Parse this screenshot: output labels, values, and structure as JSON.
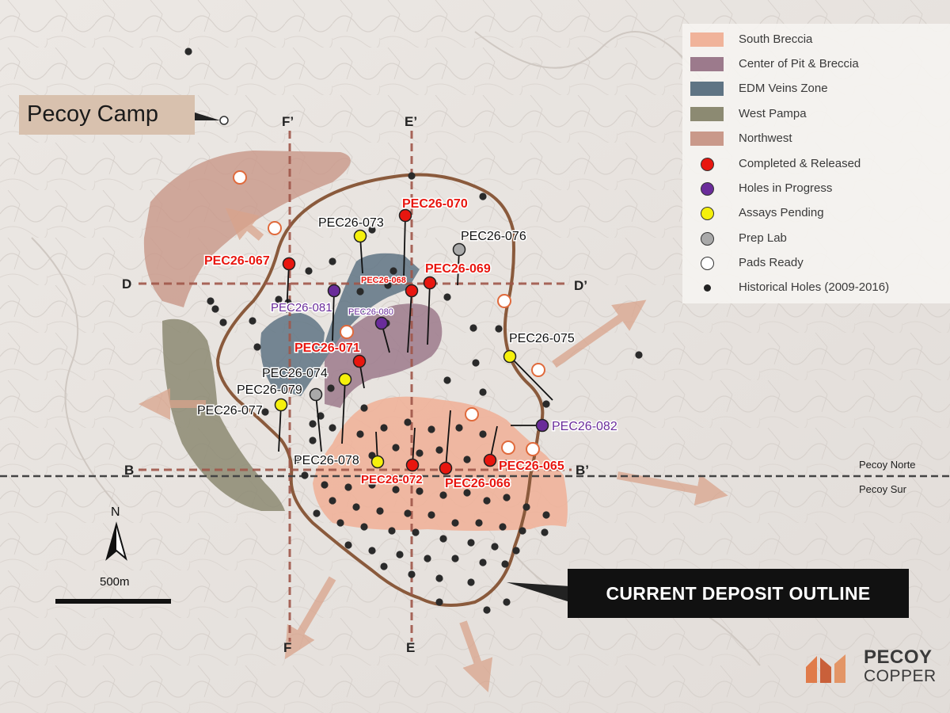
{
  "legend": [
    {
      "label": "South Breccia",
      "kind": "swatch",
      "color": "#f0b39a"
    },
    {
      "label": "Center of Pit & Breccia",
      "kind": "swatch",
      "color": "#9c7a8c"
    },
    {
      "label": "EDM Veins Zone",
      "kind": "swatch",
      "color": "#5f7484"
    },
    {
      "label": "West Pampa",
      "kind": "swatch",
      "color": "#8c8a72"
    },
    {
      "label": "Northwest",
      "kind": "swatch",
      "color": "#c9998a"
    },
    {
      "label": "Completed & Released",
      "kind": "dot",
      "color": "#e8160f"
    },
    {
      "label": "Holes in Progress",
      "kind": "dot",
      "color": "#6a2c9a"
    },
    {
      "label": "Assays Pending",
      "kind": "dot",
      "color": "#f5f00c"
    },
    {
      "label": "Prep Lab",
      "kind": "dot",
      "color": "#a9a9a9"
    },
    {
      "label": "Pads Ready",
      "kind": "dot",
      "color": "#ffffff"
    },
    {
      "label": "Historical Holes (2009-2016)",
      "kind": "smalldot",
      "color": "#222222"
    }
  ],
  "camp_label": "Pecoy Camp",
  "deposit_outline_label": "CURRENT DEPOSIT OUTLINE",
  "region_labels": {
    "north": "Pecoy Norte",
    "south": "Pecoy Sur"
  },
  "sections": [
    {
      "start": "D",
      "end": "D’"
    },
    {
      "start": "B",
      "end": "B’"
    },
    {
      "start": "F",
      "end": "F’"
    },
    {
      "start": "E",
      "end": "E’"
    }
  ],
  "scale_bar": {
    "label": "500m"
  },
  "north_arrow": {
    "label": "N"
  },
  "logo": {
    "line1": "PECOY",
    "line2": "COPPER"
  },
  "status_colors": {
    "completed": "#e8160f",
    "in_progress": "#6a2c9a",
    "pending": "#f5f00c",
    "prep": "#a9a9a9"
  },
  "holes": [
    {
      "id": "PEC26-070",
      "status": "completed"
    },
    {
      "id": "PEC26-073",
      "status": "pending"
    },
    {
      "id": "PEC26-076",
      "status": "prep"
    },
    {
      "id": "PEC26-067",
      "status": "completed"
    },
    {
      "id": "PEC26-068",
      "status": "completed"
    },
    {
      "id": "PEC26-069",
      "status": "completed"
    },
    {
      "id": "PEC26-081",
      "status": "in_progress"
    },
    {
      "id": "PEC26-080",
      "status": "in_progress"
    },
    {
      "id": "PEC26-075",
      "status": "pending"
    },
    {
      "id": "PEC26-071",
      "status": "completed"
    },
    {
      "id": "PEC26-074",
      "status": "pending"
    },
    {
      "id": "PEC26-079",
      "status": "prep"
    },
    {
      "id": "PEC26-077",
      "status": "pending"
    },
    {
      "id": "PEC26-082",
      "status": "in_progress"
    },
    {
      "id": "PEC26-078",
      "status": "pending"
    },
    {
      "id": "PEC26-072",
      "status": "completed"
    },
    {
      "id": "PEC26-066",
      "status": "completed"
    },
    {
      "id": "PEC26-065",
      "status": "completed"
    }
  ]
}
